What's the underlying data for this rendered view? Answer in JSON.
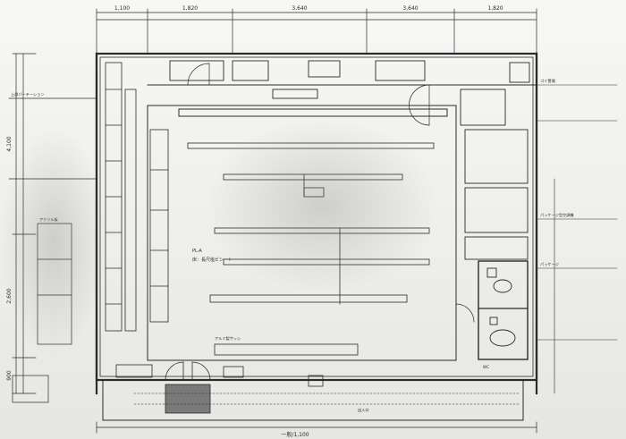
{
  "dimensions_top": [
    "1,100",
    "1,820",
    "3,640",
    "3,640",
    "1,820"
  ],
  "dimensions_left": [
    "4,100",
    "2,600",
    "900"
  ],
  "dimensions_bottom": [
    "一般/1,100"
  ],
  "labels": {
    "floor_plan_main": "PL-A",
    "floor_material": "床：長尺塩ビシート",
    "lead_top_right": "ゴミ置場",
    "lead_right_mid": "パッケージ型空調機",
    "lead_right_lower": "パッケージ",
    "wc_label": "WC",
    "lead_left_upper": "上部パーテーション",
    "lead_left_mid": "アクリル板",
    "lead_bottom": "アルミ製サッシ",
    "lead_bottom_right": "出入口"
  }
}
